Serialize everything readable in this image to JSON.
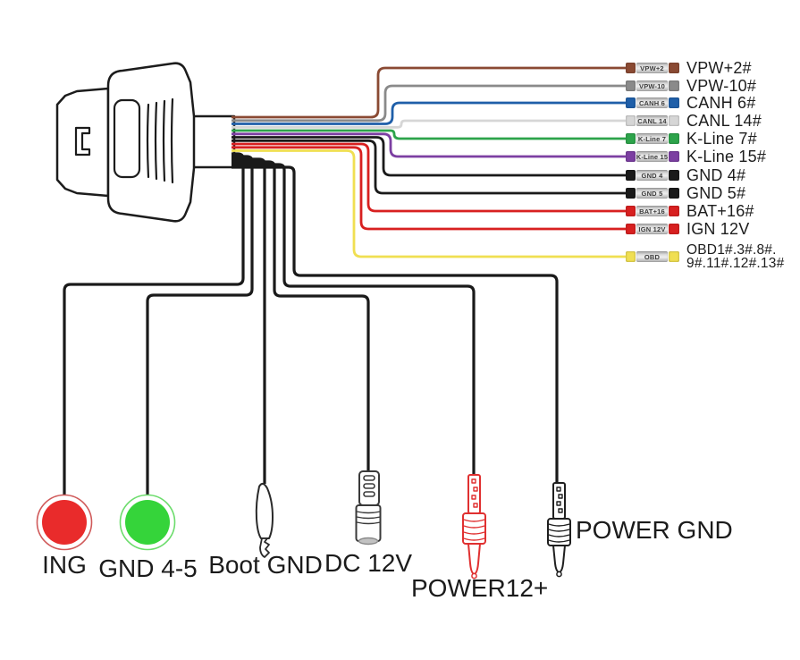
{
  "colors": {
    "background": "#ffffff",
    "ink": "#1c1c1c",
    "wire_black": "#1a1a1a"
  },
  "obd_connector": {
    "icon": "obd2-plug-side-view"
  },
  "right_wires": [
    {
      "pill_label": "VPW+2",
      "label": "VPW+2#",
      "color": "#8a4a33"
    },
    {
      "pill_label": "VPW-10",
      "label": "VPW-10#",
      "color": "#8a8a8a"
    },
    {
      "pill_label": "CANH 6",
      "label": "CANH 6#",
      "color": "#1f5fa9"
    },
    {
      "pill_label": "CANL 14",
      "label": "CANL 14#",
      "color": "#d6d6d6"
    },
    {
      "pill_label": "K-Line 7",
      "label": "K-Line 7#",
      "color": "#2da44b"
    },
    {
      "pill_label": "K-Line 15",
      "label": "K-Line 15#",
      "color": "#7c3fa2"
    },
    {
      "pill_label": "GND 4",
      "label": "GND 4#",
      "color": "#1a1a1a"
    },
    {
      "pill_label": "GND 5",
      "label": "GND 5#",
      "color": "#1a1a1a"
    },
    {
      "pill_label": "BAT+16",
      "label": "BAT+16#",
      "color": "#d82020"
    },
    {
      "pill_label": "IGN 12V",
      "label": "IGN 12V",
      "color": "#d82020"
    },
    {
      "pill_label": "OBD",
      "label": "OBD1#.3#.8#.",
      "label_line2": "9#.11#.12#.13#",
      "color": "#f0df52"
    }
  ],
  "bottom_connectors": [
    {
      "label": "ING",
      "icon": "round-terminal-icon",
      "color": "#e92b2b"
    },
    {
      "label": "GND 4-5",
      "icon": "round-terminal-icon",
      "color": "#35d43a"
    },
    {
      "label": "Boot GND",
      "icon": "alligator-clip-icon",
      "color": "#2a2a2a"
    },
    {
      "label": "DC 12V",
      "icon": "dc-barrel-plug-icon",
      "color": "#3a3a3a"
    },
    {
      "label": "POWER12+",
      "icon": "banana-plug-icon",
      "color": "#e03030"
    },
    {
      "label": "POWER GND",
      "icon": "banana-plug-icon",
      "color": "#1f1f1f"
    }
  ]
}
